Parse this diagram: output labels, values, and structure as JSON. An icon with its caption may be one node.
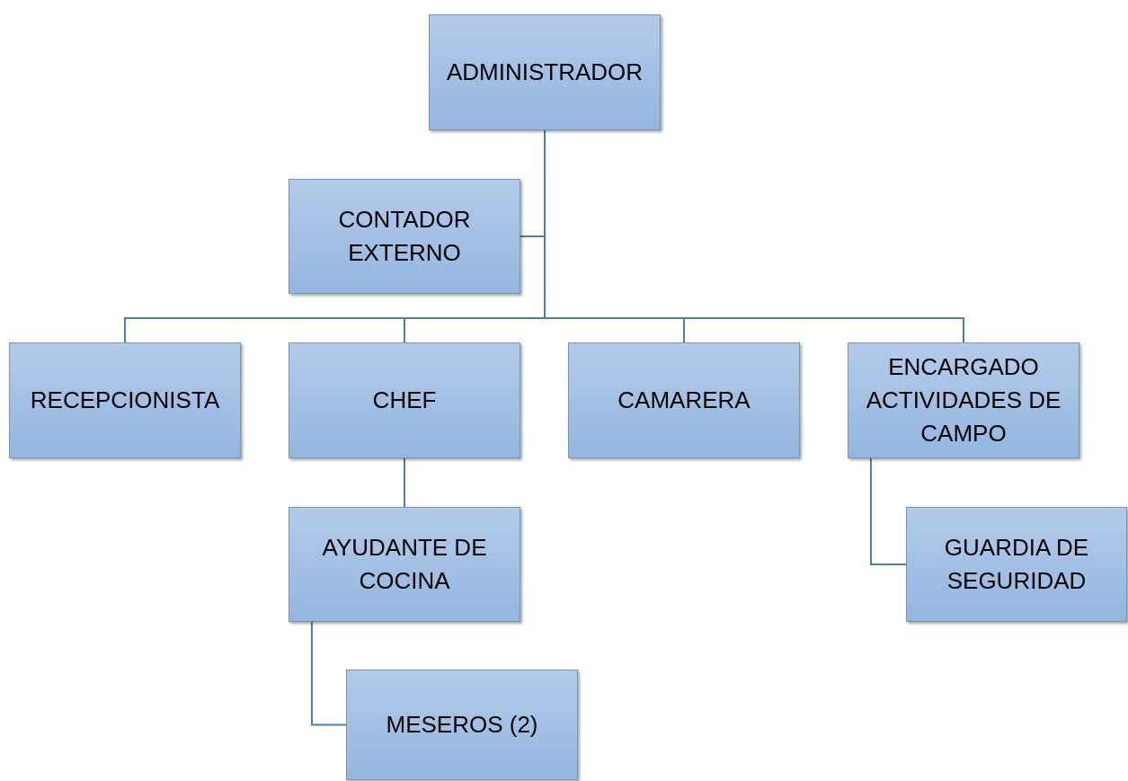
{
  "diagram": {
    "nodes": [
      {
        "text": [
          "ADMINISTRADOR"
        ]
      },
      {
        "text": [
          "CONTADOR EXTERNO"
        ]
      },
      {
        "text": [
          "RECEPCIONISTA"
        ]
      },
      {
        "text": [
          "CHEF"
        ]
      },
      {
        "text": [
          "CAMARERA"
        ]
      },
      {
        "text": [
          "ENCARGADO ACTIVIDADES DE CAMPO"
        ]
      },
      {
        "text": [
          "AYUDANTE DE COCINA"
        ]
      },
      {
        "text": [
          "MESEROS (2)"
        ]
      },
      {
        "text": [
          "GUARDIA DE SEGURIDAD"
        ]
      }
    ],
    "edges": [
      {
        "from": 0,
        "to": 1,
        "arrow": "none"
      },
      {
        "from": 0,
        "to": 2,
        "arrow": "none"
      },
      {
        "from": 0,
        "to": 3,
        "arrow": "none"
      },
      {
        "from": 0,
        "to": 4,
        "arrow": "none"
      },
      {
        "from": 0,
        "to": 5,
        "arrow": "none"
      },
      {
        "from": 3,
        "to": 6,
        "arrow": "none"
      },
      {
        "from": 6,
        "to": 7,
        "arrow": "none"
      },
      {
        "from": 5,
        "to": 8,
        "arrow": "none"
      }
    ]
  }
}
